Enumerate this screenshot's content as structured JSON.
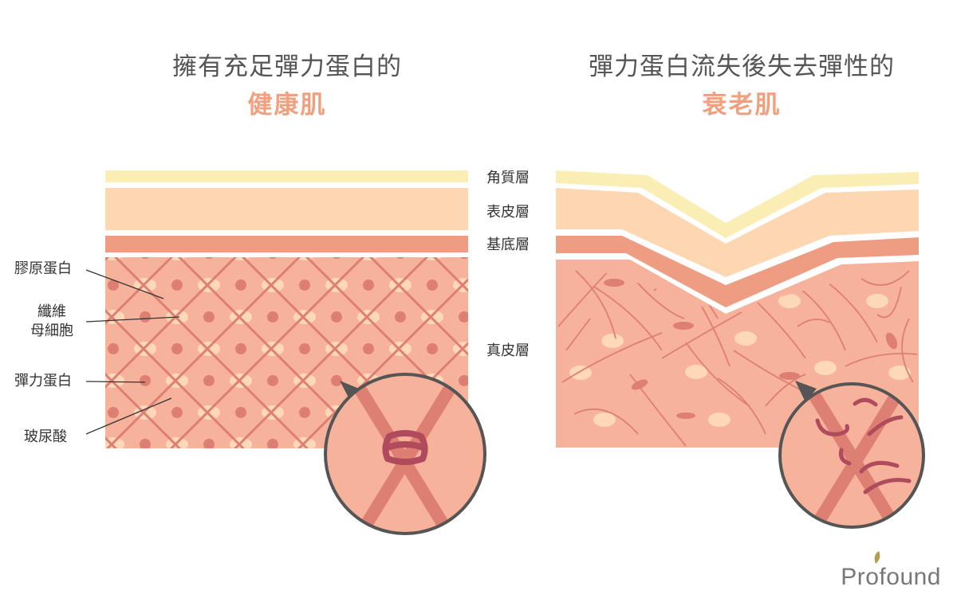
{
  "left_panel": {
    "title_line": "擁有充足彈力蛋白的",
    "title_accent": "健康肌"
  },
  "right_panel": {
    "title_line": "彈力蛋白流失後失去彈性的",
    "title_accent": "衰老肌"
  },
  "layer_labels": {
    "stratum_corneum": "角質層",
    "epidermis": "表皮層",
    "basal_layer": "基底層",
    "dermis": "真皮層"
  },
  "component_labels": {
    "collagen": "膠原蛋白",
    "fibroblast_line1": "纖維",
    "fibroblast_line2": "母細胞",
    "elastin": "彈力蛋白",
    "hyaluronic_acid": "玻尿酸"
  },
  "logo": {
    "text": "Profound",
    "icon": "leaf-icon"
  },
  "colors": {
    "title_accent": "#f0a07c",
    "stratum_corneum": "#fbeeb4",
    "epidermis": "#fcd7b2",
    "basal_layer": "#ee9d82",
    "dermis": "#f7b29b",
    "collagen_fiber": "#dd7f72",
    "fibroblast": "#ffd7b9",
    "elastin_healthy": "#b04a5d",
    "magnifier_border": "#555555"
  }
}
